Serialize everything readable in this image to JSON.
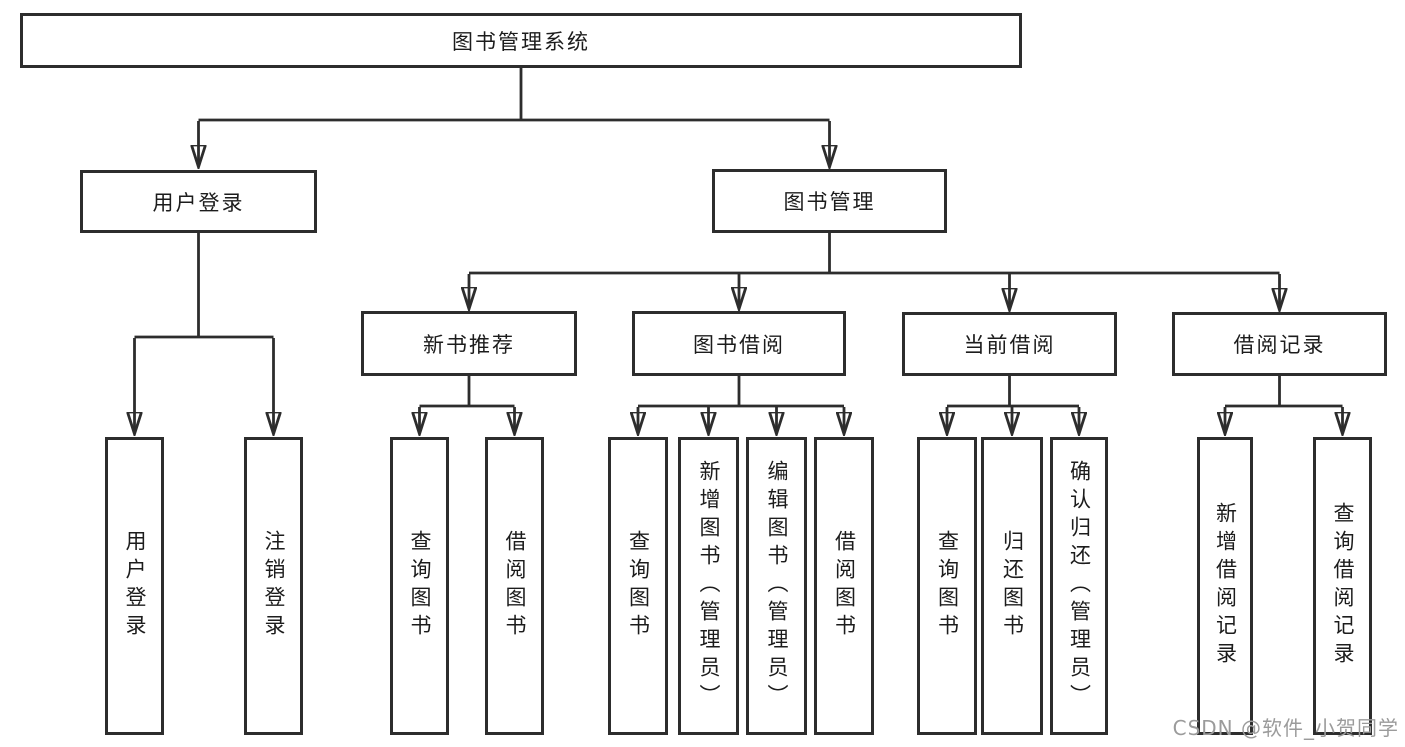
{
  "diagram": {
    "title": "图书管理系统",
    "level2": {
      "user_login": "用户登录",
      "book_mgmt": "图书管理"
    },
    "level3": {
      "new_book_rec": "新书推荐",
      "book_borrow": "图书借阅",
      "current_borrow": "当前借阅",
      "borrow_records": "借阅记录"
    },
    "leaves": {
      "user_login": "用户登录",
      "logout": "注销登录",
      "query_book_newrec": "查询图书",
      "borrow_book_newrec": "借阅图书",
      "query_book_borrow": "查询图书",
      "add_book_admin": "新增图书（管理员）",
      "edit_book_admin": "编辑图书（管理员）",
      "borrow_book_borrow": "借阅图书",
      "query_book_current": "查询图书",
      "return_book": "归还图书",
      "confirm_return_admin": "确认归还（管理员）",
      "add_borrow_record": "新增借阅记录",
      "query_borrow_record": "查询借阅记录"
    },
    "colors": {
      "line": "#2d2d2d",
      "text": "#1c1c1c",
      "watermark_gray": "#9b9b9b"
    }
  },
  "watermark": "CSDN @软件_小贺同学"
}
